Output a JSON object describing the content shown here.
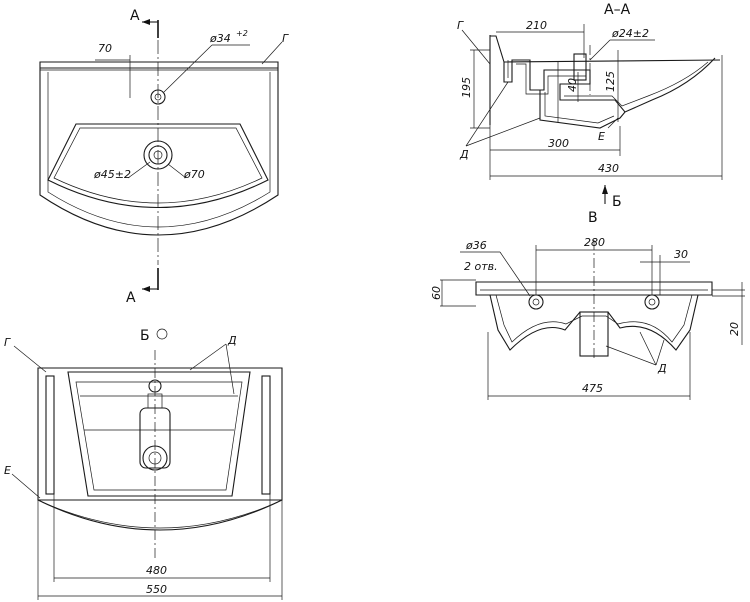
{
  "view_top": {
    "section_mark": "А",
    "dim_hole_offset": "70",
    "dim_tap_hole": "ø34",
    "dim_tap_hole_tol": "+2",
    "label_g": "Г",
    "dim_drain_inner": "ø45±2",
    "dim_drain_outer": "ø70"
  },
  "view_section": {
    "title": "А–А",
    "label_g": "Г",
    "dim_210": "210",
    "dim_overflow": "ø24±2",
    "dim_195": "195",
    "dim_40": "40",
    "dim_125": "125",
    "label_e": "Е",
    "label_d": "Д",
    "dim_300": "300",
    "dim_430": "430",
    "view_mark": "Б"
  },
  "view_rear": {
    "title": "В",
    "dim_holes": "ø36",
    "dim_holes_count": "2 отв.",
    "dim_280": "280",
    "dim_30": "30",
    "dim_60": "60",
    "dim_20": "20",
    "dim_475": "475",
    "label_d": "Д"
  },
  "view_bottom": {
    "title": "Б",
    "label_g": "Г",
    "label_d": "Д",
    "label_e": "Е",
    "dim_480": "480",
    "dim_550": "550"
  }
}
